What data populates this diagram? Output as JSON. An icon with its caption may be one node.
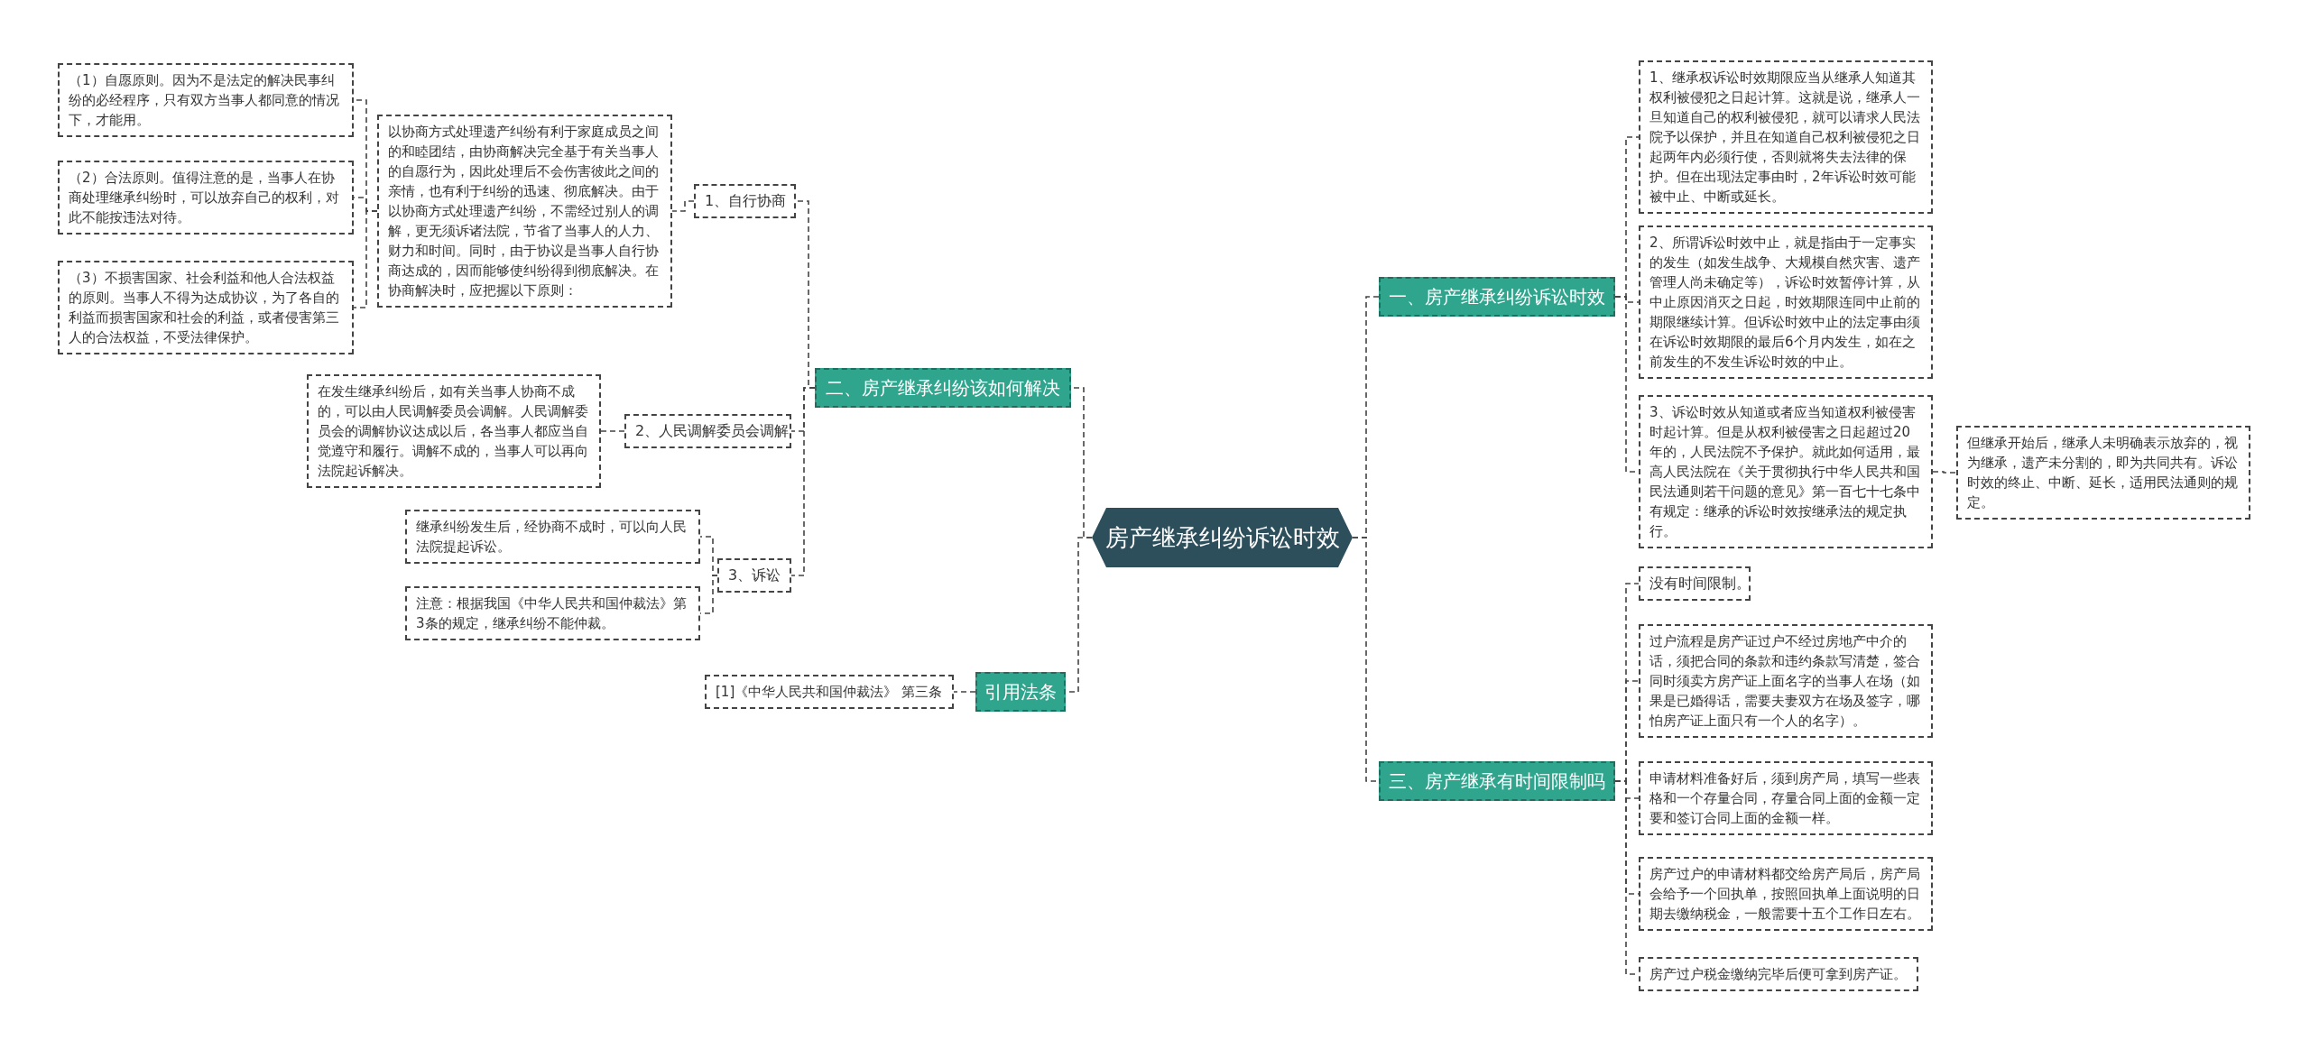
{
  "diagram": {
    "nodes": [
      {
        "text": [
          "房产继承纠纷诉讼时效"
        ]
      },
      {
        "text": [
          "一、房产继承纠纷诉讼时效"
        ]
      },
      {
        "text": [
          "1、继承权诉讼时效期限应当从继承人知道其权利被侵犯之日起计算。这就是说，继承人一旦知道自己的权利被侵犯，就可以请求人民法院予以保护，并且在知道自己权利被侵犯之日起两年内必须行使，否则就将失去法律的保护。但在出现法定事由时，2年诉讼时效可能被中止、中断或延长。"
        ]
      },
      {
        "text": [
          "2、所谓诉讼时效中止，就是指由于一定事实的发生（如发生战争、大规模自然灾害、遗产管理人尚未确定等），诉讼时效暂停计算，从中止原因消灭之日起，时效期限连同中止前的期限继续计算。但诉讼时效中止的法定事由须在诉讼时效期限的最后6个月内发生，如在之前发生的不发生诉讼时效的中止。"
        ]
      },
      {
        "text": [
          "3、诉讼时效从知道或者应当知道权利被侵害时起计算。但是从权利被侵害之日起超过20年的，人民法院不予保护。就此如何适用，最高人民法院在《关于贯彻执行中华人民共和国民法通则若干问题的意见》第一百七十七条中有规定：继承的诉讼时效按继承法的规定执行。"
        ]
      },
      {
        "text": [
          "但继承开始后，继承人未明确表示放弃的，视为继承，遗产未分割的，即为共同共有。诉讼时效的终止、中断、延长，适用民法通则的规定。"
        ]
      },
      {
        "text": [
          "三、房产继承有时间限制吗"
        ]
      },
      {
        "text": [
          "没有时间限制。"
        ]
      },
      {
        "text": [
          "过户流程是房产证过户不经过房地产中介的话，须把合同的条款和违约条款写清楚，签合同时须卖方房产证上面名字的当事人在场（如果是已婚得话，需要夫妻双方在场及签字，哪怕房产证上面只有一个人的名字）。"
        ]
      },
      {
        "text": [
          "申请材料准备好后，须到房产局，填写一些表格和一个存量合同，存量合同上面的金额一定要和签订合同上面的金额一样。"
        ]
      },
      {
        "text": [
          "房产过户的申请材料都交给房产局后，房产局会给予一个回执单，按照回执单上面说明的日期去缴纳税金，一般需要十五个工作日左右。"
        ]
      },
      {
        "text": [
          "房产过户税金缴纳完毕后便可拿到房产证。"
        ]
      },
      {
        "text": [
          "二、房产继承纠纷该如何解决"
        ]
      },
      {
        "text": [
          "1、自行协商"
        ]
      },
      {
        "text": [
          "以协商方式处理遗产纠纷有利于家庭成员之间的和睦团结，由协商解决完全基于有关当事人的自愿行为，因此处理后不会伤害彼此之间的亲情，也有利于纠纷的迅速、彻底解决。由于以协商方式处理遗产纠纷，不需经过别人的调解，更无须诉诸法院，节省了当事人的人力、财力和时间。同时，由于协议是当事人自行协商达成的，因而能够使纠纷得到彻底解决。在协商解决时，应把握以下原则："
        ]
      },
      {
        "text": [
          "（1）自愿原则。因为不是法定的解决民事纠纷的必经程序，只有双方当事人都同意的情况下，才能用。"
        ]
      },
      {
        "text": [
          "（2）合法原则。值得注意的是，当事人在协商处理继承纠纷时，可以放弃自己的权利，对此不能按违法对待。"
        ]
      },
      {
        "text": [
          "（3）不损害国家、社会利益和他人合法权益的原则。当事人不得为达成协议，为了各自的利益而损害国家和社会的利益，或者侵害第三人的合法权益，不受法律保护。"
        ]
      },
      {
        "text": [
          "2、人民调解委员会调解"
        ]
      },
      {
        "text": [
          "在发生继承纠纷后，如有关当事人协商不成的，可以由人民调解委员会调解。人民调解委员会的调解协议达成以后，各当事人都应当自觉遵守和履行。调解不成的，当事人可以再向法院起诉解决。"
        ]
      },
      {
        "text": [
          "3、诉讼"
        ]
      },
      {
        "text": [
          "继承纠纷发生后，经协商不成时，可以向人民法院提起诉讼。"
        ]
      },
      {
        "text": [
          "注意：根据我国《中华人民共和国仲裁法》第3条的规定，继承纠纷不能仲裁。"
        ]
      },
      {
        "text": [
          "引用法条"
        ]
      },
      {
        "text": [
          "[1]《中华人民共和国仲裁法》 第三条"
        ]
      }
    ],
    "edges": [
      {
        "from": 0,
        "to": 1,
        "arrow": "none",
        "style": "dashed"
      },
      {
        "from": 1,
        "to": 2,
        "arrow": "none",
        "style": "dashed"
      },
      {
        "from": 1,
        "to": 3,
        "arrow": "none",
        "style": "dashed"
      },
      {
        "from": 1,
        "to": 4,
        "arrow": "none",
        "style": "dashed"
      },
      {
        "from": 4,
        "to": 5,
        "arrow": "none",
        "style": "dashed"
      },
      {
        "from": 0,
        "to": 6,
        "arrow": "none",
        "style": "dashed"
      },
      {
        "from": 6,
        "to": 7,
        "arrow": "none",
        "style": "dashed"
      },
      {
        "from": 6,
        "to": 8,
        "arrow": "none",
        "style": "dashed"
      },
      {
        "from": 6,
        "to": 9,
        "arrow": "none",
        "style": "dashed"
      },
      {
        "from": 6,
        "to": 10,
        "arrow": "none",
        "style": "dashed"
      },
      {
        "from": 6,
        "to": 11,
        "arrow": "none",
        "style": "dashed"
      },
      {
        "from": 0,
        "to": 12,
        "arrow": "none",
        "style": "dashed"
      },
      {
        "from": 12,
        "to": 13,
        "arrow": "none",
        "style": "dashed"
      },
      {
        "from": 13,
        "to": 14,
        "arrow": "none",
        "style": "dashed"
      },
      {
        "from": 14,
        "to": 15,
        "arrow": "none",
        "style": "dashed"
      },
      {
        "from": 14,
        "to": 16,
        "arrow": "none",
        "style": "dashed"
      },
      {
        "from": 14,
        "to": 17,
        "arrow": "none",
        "style": "dashed"
      },
      {
        "from": 12,
        "to": 18,
        "arrow": "none",
        "style": "dashed"
      },
      {
        "from": 18,
        "to": 19,
        "arrow": "none",
        "style": "dashed"
      },
      {
        "from": 12,
        "to": 20,
        "arrow": "none",
        "style": "dashed"
      },
      {
        "from": 20,
        "to": 21,
        "arrow": "none",
        "style": "dashed"
      },
      {
        "from": 20,
        "to": 22,
        "arrow": "none",
        "style": "dashed"
      },
      {
        "from": 0,
        "to": 23,
        "arrow": "none",
        "style": "dashed"
      },
      {
        "from": 23,
        "to": 24,
        "arrow": "none",
        "style": "dashed"
      }
    ]
  }
}
